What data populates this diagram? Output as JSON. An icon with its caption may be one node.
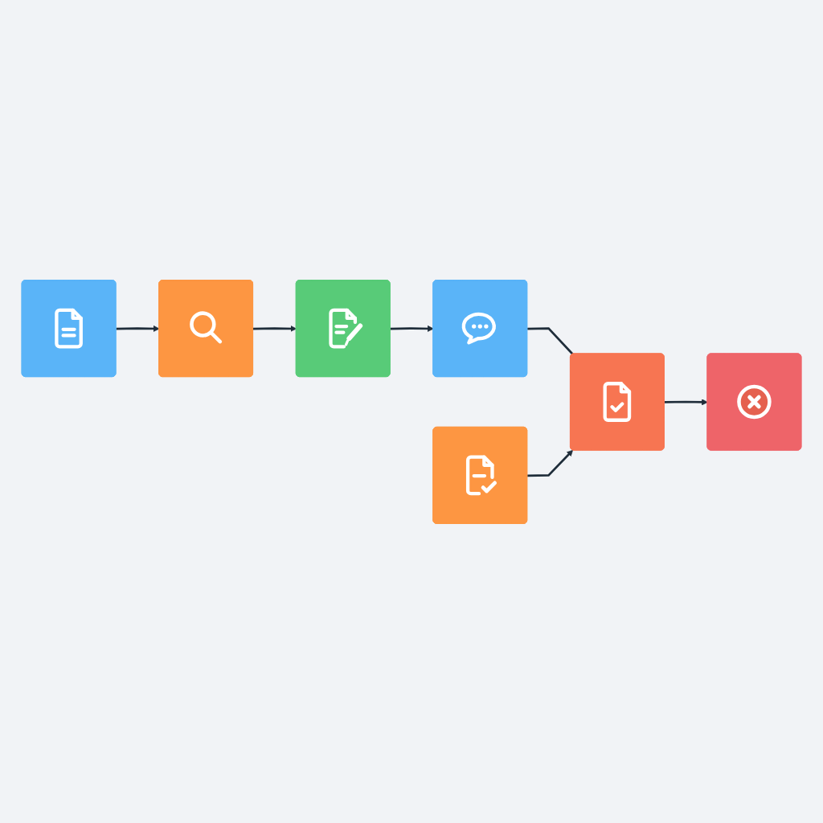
{
  "diagram": {
    "nodes": [
      {
        "text": [],
        "shape": "box"
      },
      {
        "text": [],
        "shape": "box"
      },
      {
        "text": [],
        "shape": "box"
      },
      {
        "text": [],
        "shape": "box"
      },
      {
        "text": [],
        "shape": "box"
      },
      {
        "text": [],
        "shape": "box"
      },
      {
        "text": [],
        "shape": "box"
      }
    ],
    "edges": [
      {
        "from": 0,
        "to": 1,
        "arrow": "to"
      },
      {
        "from": 1,
        "to": 2,
        "arrow": "to"
      },
      {
        "from": 2,
        "to": 3,
        "arrow": "to"
      },
      {
        "from": 3,
        "to": 5,
        "arrow": "none"
      },
      {
        "from": 4,
        "to": 5,
        "arrow": "to"
      },
      {
        "from": 5,
        "to": 6,
        "arrow": "to"
      }
    ]
  }
}
